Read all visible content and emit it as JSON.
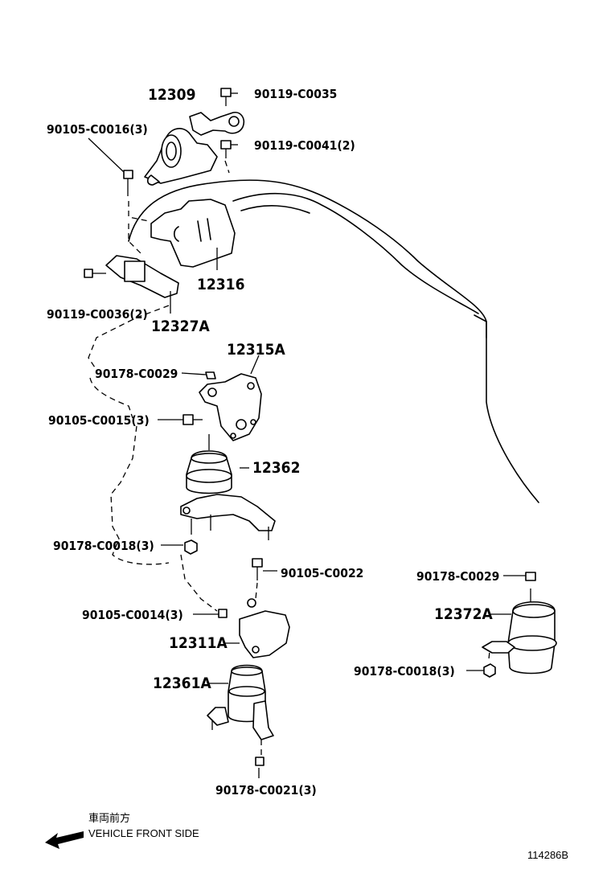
{
  "parts": {
    "p12309": "12309",
    "p90119_c0035": "90119-C0035",
    "p90105_c0016": "90105-C0016(3)",
    "p90119_c0041": "90119-C0041(2)",
    "p12316": "12316",
    "p90119_c0036": "90119-C0036(2)",
    "p12327a": "12327A",
    "p12315a": "12315A",
    "p90178_c0029_top": "90178-C0029",
    "p90105_c0015": "90105-C0015(3)",
    "p12362": "12362",
    "p90178_c0018_left": "90178-C0018(3)",
    "p90105_c0022": "90105-C0022",
    "p90105_c0014": "90105-C0014(3)",
    "p12311a": "12311A",
    "p12361a": "12361A",
    "p90178_c0021": "90178-C0021(3)",
    "p90178_c0029_right": "90178-C0029",
    "p12372a": "12372A",
    "p90178_c0018_right": "90178-C0018(3)"
  },
  "footer": {
    "direction_jp": "車両前方",
    "direction_en": "VEHICLE FRONT SIDE",
    "figure_id": "114286B"
  }
}
